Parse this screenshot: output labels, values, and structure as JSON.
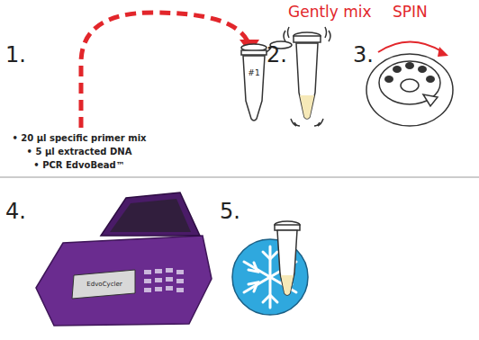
{
  "diagram": {
    "labels": [
      "1.",
      "• 20 µl specific primer mix",
      "• 5 µl extracted DNA",
      "• PCR EdvoBead™",
      "#1",
      "2.",
      "Gently mix",
      "3.",
      "SPIN",
      "4.",
      "EdvoCycler",
      "5."
    ]
  }
}
